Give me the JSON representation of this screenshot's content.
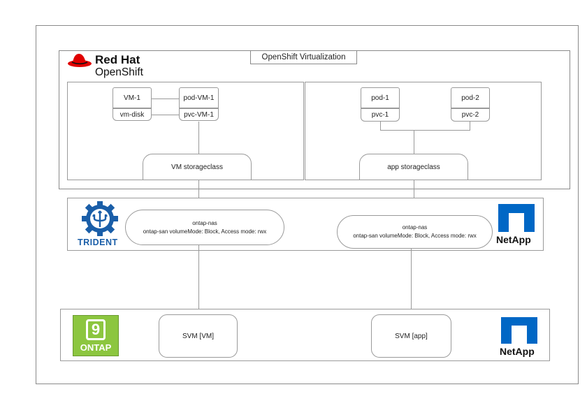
{
  "diagram": {
    "title": "OpenShift Virtualization",
    "brand": {
      "line1": "Red Hat",
      "line2": "OpenShift"
    },
    "left_panel": {
      "vm": "VM-1",
      "vm_disk": "vm-disk",
      "pod": "pod-VM-1",
      "pvc": "pvc-VM-1",
      "storageclass": "VM storageclass"
    },
    "right_panel": {
      "pod1": "pod-1",
      "pvc1": "pvc-1",
      "pod2": "pod-2",
      "pvc2": "pvc-2",
      "storageclass": "app storageclass"
    },
    "trident": {
      "logo_text": "TRIDENT",
      "left_backend": {
        "line1": "ontap-nas",
        "line2": "ontap-san volumeMode: Block, Access mode: rwx"
      },
      "right_backend": {
        "line1": "ontap-nas",
        "line2": "ontap-san volumeMode: Block, Access mode: rwx"
      },
      "netapp": "NetApp"
    },
    "ontap": {
      "logo_number": "9",
      "logo_text": "ONTAP",
      "svm_left": "SVM [VM]",
      "svm_right": "SVM [app]",
      "netapp": "NetApp"
    },
    "colors": {
      "redhat": "#e00000",
      "trident_blue": "#1a5ea8",
      "netapp_blue": "#0067c5",
      "ontap_green": "#8cc63f",
      "border": "#9a9a9a"
    }
  }
}
